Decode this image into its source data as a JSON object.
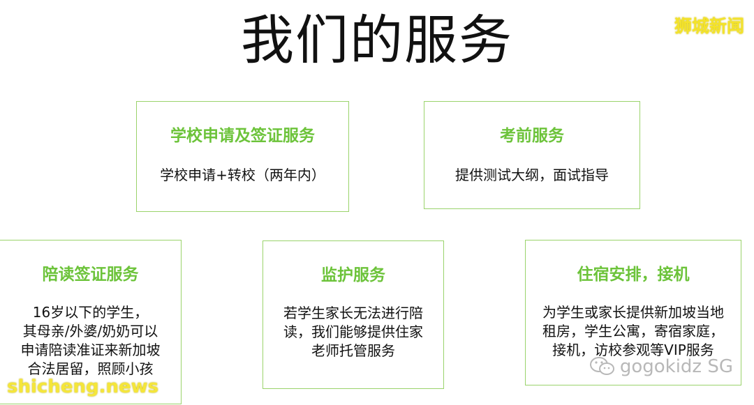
{
  "title": "我们的服务",
  "logo_top": "狮城新闻",
  "boxes": [
    {
      "title": "学校申请及签证服务",
      "lines": [
        "学校申请+转校（两年内）"
      ]
    },
    {
      "title": "考前服务",
      "lines": [
        "提供测试大纲，面试指导"
      ]
    },
    {
      "title": "陪读签证服务",
      "lines": [
        "16岁以下的学生，",
        "其母亲/外婆/奶奶可以",
        "申请陪读准证来新加坡",
        "合法居留，照顾小孩"
      ]
    },
    {
      "title": "监护服务",
      "lines": [
        "若学生家长无法进行陪",
        "读，我们能够提供住家",
        "老师托管服务"
      ]
    },
    {
      "title": "住宿安排，接机",
      "lines": [
        "为学生或家长提供新加坡当地",
        "租房，学生公寓，寄宿家庭，",
        "接机，访校参观等VIP服务"
      ]
    }
  ],
  "watermark_left": "shicheng.news",
  "watermark_right": "gogokidz SG",
  "colors": {
    "box_title": "#6cc33a",
    "box_border": "#9ad36b",
    "watermark_yellow": "#f5e63a"
  }
}
